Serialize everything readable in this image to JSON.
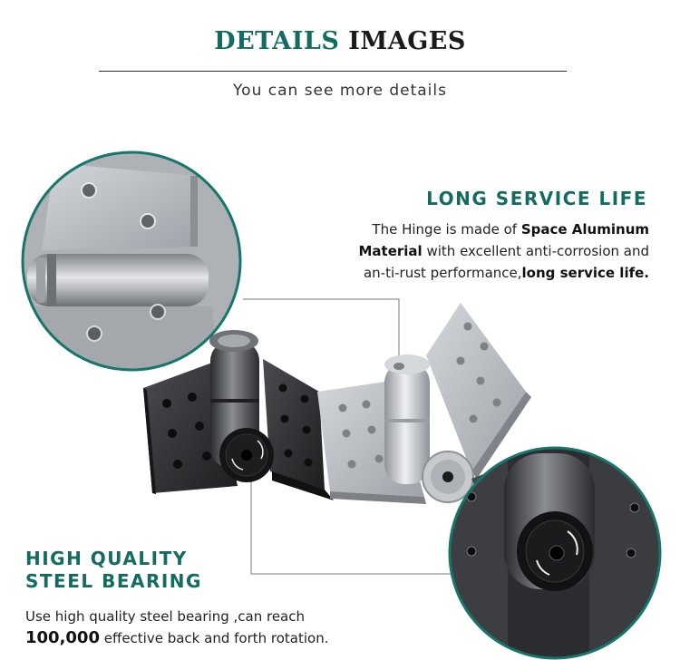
{
  "header": {
    "title_accent": "DETAILS",
    "title_rest": "IMAGES",
    "subtitle": "You can see more details"
  },
  "feature_long_life": {
    "title": "LONG SERVICE LIFE",
    "line1_pre": "The Hinge is made of ",
    "line1_bold": "Space Aluminum",
    "line2_bold": "Material",
    "line2_rest": " with excellent anti-corrosion and",
    "line3_pre": "an-ti-rust performance,",
    "line3_bold": "long service life."
  },
  "feature_bearing": {
    "title_line1": "HIGH QUALITY",
    "title_line2": "STEEL BEARING",
    "line1": "Use high quality steel bearing ,can reach",
    "line2_bold": "100,000",
    "line2_rest": " effective back and forth rotation."
  },
  "colors": {
    "accent": "#146b62",
    "ring": "#17766b",
    "hinge_light": "#b9bcc1",
    "hinge_dark": "#2a2b2e"
  }
}
